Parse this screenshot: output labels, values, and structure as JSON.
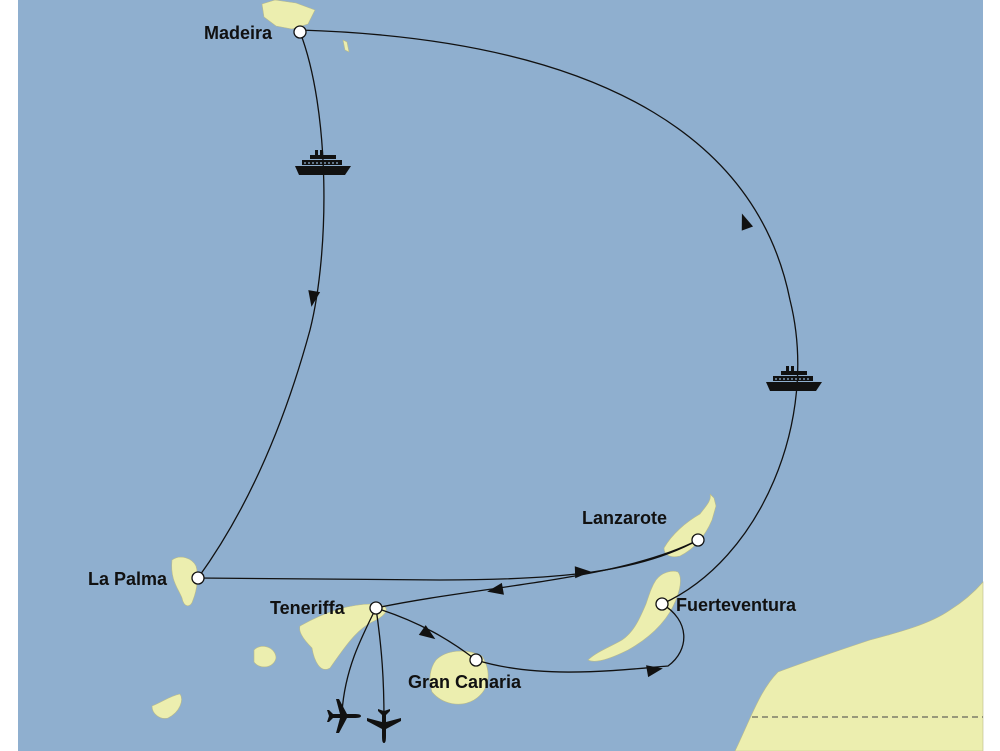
{
  "colors": {
    "sea": "#8fafcf",
    "land": "#eceeaf",
    "route": "#111111",
    "marker_fill": "#ffffff",
    "border": "#ffffff"
  },
  "ports": {
    "madeira": "Madeira",
    "la_palma": "La Palma",
    "teneriffa": "Teneriffa",
    "gran_canaria": "Gran Canaria",
    "lanzarote": "Lanzarote",
    "fuerteventura": "Fuerteventura"
  },
  "route": [
    {
      "from": "Madeira",
      "to": "La Palma",
      "mode": "ship"
    },
    {
      "from": "La Palma",
      "to": "Lanzarote",
      "mode": "ship"
    },
    {
      "from": "Lanzarote",
      "to": "Teneriffa",
      "mode": "ship"
    },
    {
      "from": "Teneriffa",
      "to": "Gran Canaria",
      "mode": "ship"
    },
    {
      "from": "Gran Canaria",
      "to": "Fuerteventura",
      "mode": "ship"
    },
    {
      "from": "Fuerteventura",
      "to": "Madeira",
      "mode": "ship"
    },
    {
      "from": "Teneriffa",
      "mode": "flight"
    }
  ],
  "icons": {
    "ship": "cruise-ship-icon",
    "plane": "airplane-icon"
  }
}
